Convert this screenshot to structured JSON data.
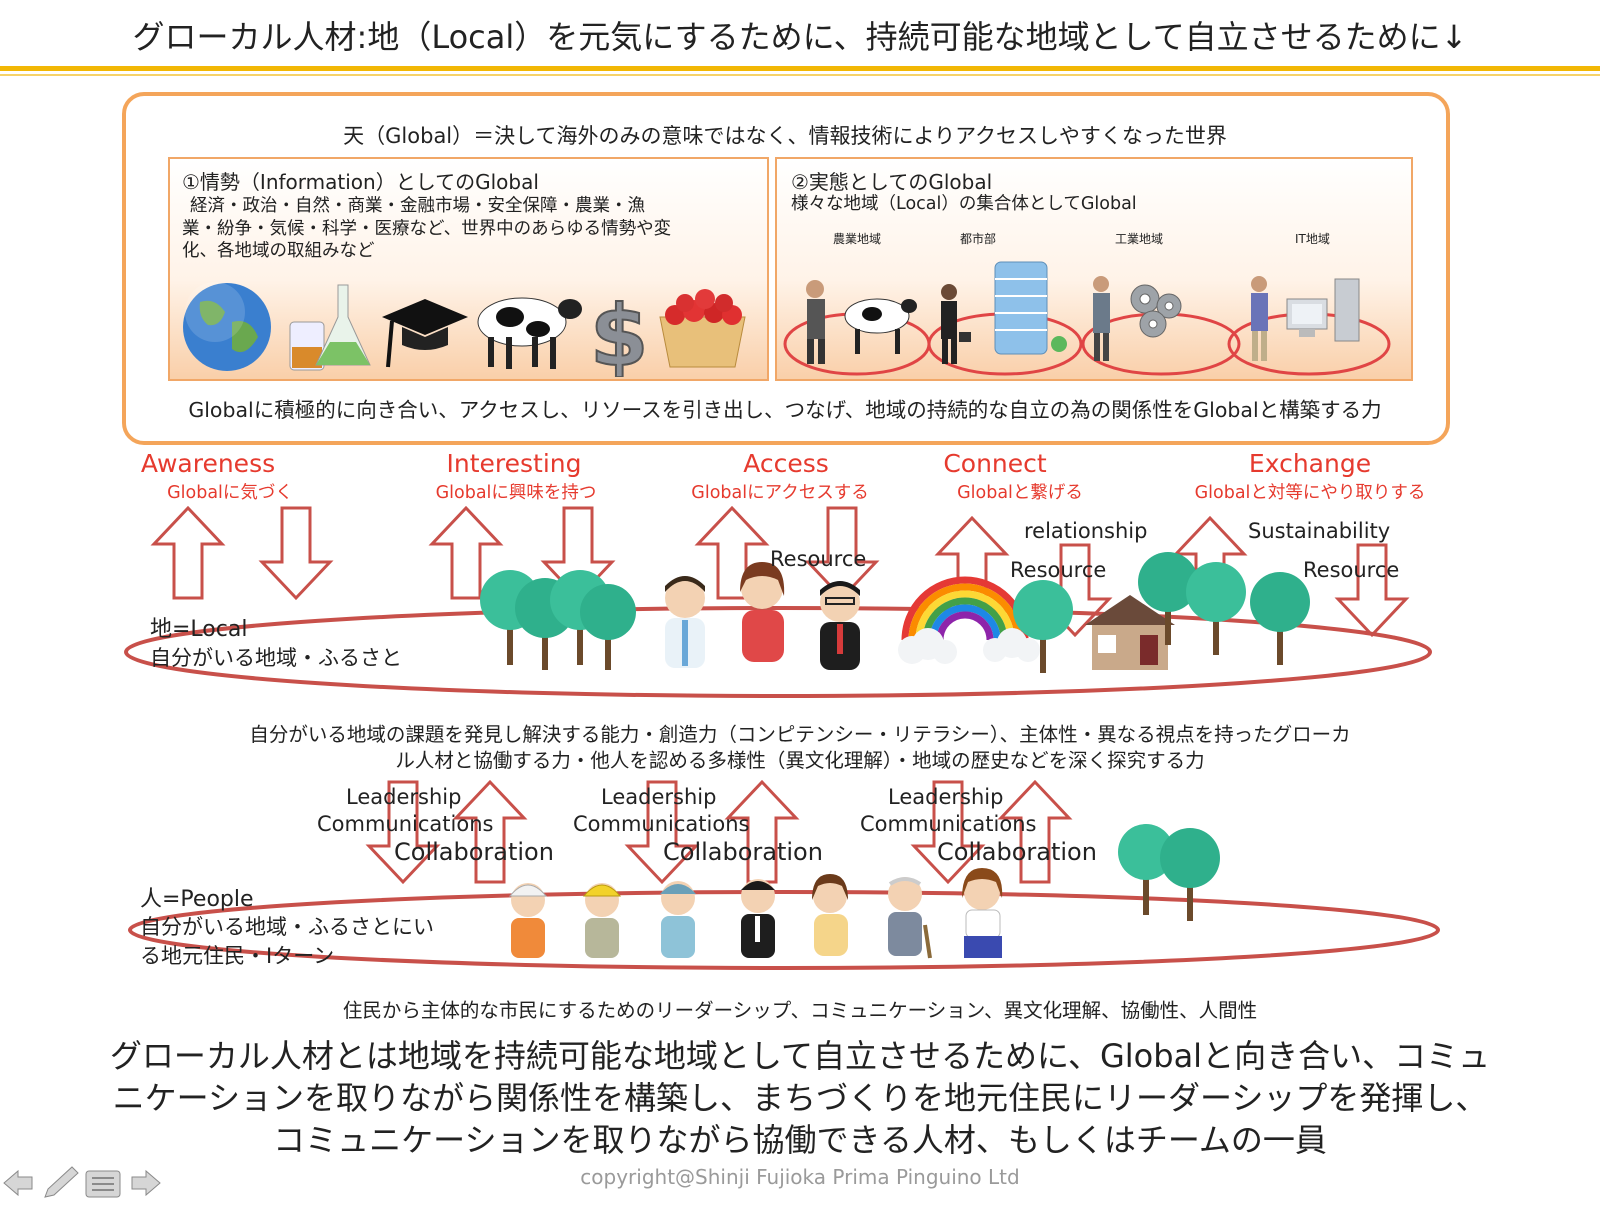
{
  "title": "グローカル人材:地（Local）を元気にするために、持続可能な地域として自立させるために↓",
  "global": {
    "header": "天（Global）＝決して海外のみの意味ではなく、情報技術によりアクセスしやすくなった世界",
    "panel1": {
      "heading": "①情勢（Information）としてのGlobal",
      "line1": "経済・政治・自然・商業・金融市場・安全保障・農業・漁",
      "line2": "業・紛争・気候・科学・医療など、世界中のあらゆる情勢や変",
      "line3": "化、各地域の取組みなど",
      "icons": [
        "globe-icon",
        "flask-icon",
        "graduation-cap-icon",
        "cow-icon",
        "dollar-icon",
        "strawberry-icon"
      ]
    },
    "panel2": {
      "heading": "②実態としてのGlobal",
      "subheading": "様々な地域（Local）の集合体としてGlobal",
      "regions": [
        "農業地域",
        "都市部",
        "工業地域",
        "IT地域"
      ]
    },
    "footer": "Globalに積極的に向き合い、アクセスし、リソースを引き出し、つなげ、地域の持続的な自立の為の関係性をGlobalと構築する力"
  },
  "stages": [
    {
      "en": "Awareness",
      "jp": "Globalに気づく"
    },
    {
      "en": "Interesting",
      "jp": "Globalに興味を持つ"
    },
    {
      "en": "Access",
      "jp": "Globalにアクセスする"
    },
    {
      "en": "Connect",
      "jp": "Globalと繋げる"
    },
    {
      "en": "Exchange",
      "jp": "Globalと対等にやり取りする"
    }
  ],
  "arrow_labels": {
    "resource": "Resource",
    "relationship": "relationship",
    "sustainability": "Sustainability"
  },
  "local": {
    "label1": "地=Local",
    "label2": "自分がいる地域・ふるさと",
    "description_line1": "自分がいる地域の課題を発見し解決する能力・創造力（コンピテンシー・リテラシー）、主体性・異なる視点を持ったグローカ",
    "description_line2": "ル人材と協働する力・他人を認める多様性（異文化理解）・地域の歴史などを深く探究する力"
  },
  "skills": {
    "leadership": "Leadership",
    "communications": "Communications",
    "collaboration": "Collaboration"
  },
  "people": {
    "label1": "人=People",
    "label2": "自分がいる地域・ふるさとにい",
    "label3": "る地元住民・Iターン",
    "description": "住民から主体的な市民にするためのリーダーシップ、コミュニケーション、異文化理解、協働性、人間性"
  },
  "conclusion": {
    "line1": "グローカル人材とは地域を持続可能な地域として自立させるために、Globalと向き合い、コミュ",
    "line2": "ニケーションを取りながら関係性を構築し、まちづくりを地元住民にリーダーシップを発揮し、",
    "line3": "コミュニケーションを取りながら協働できる人材、もしくはチームの一員"
  },
  "copyright": "copyright@Shinji Fujioka Prima Pinguino Ltd",
  "colors": {
    "accent_orange": "#f4a55a",
    "arrow_red": "#c8504a",
    "stage_red": "#e63a2e",
    "title_bar": "#f2b705"
  }
}
